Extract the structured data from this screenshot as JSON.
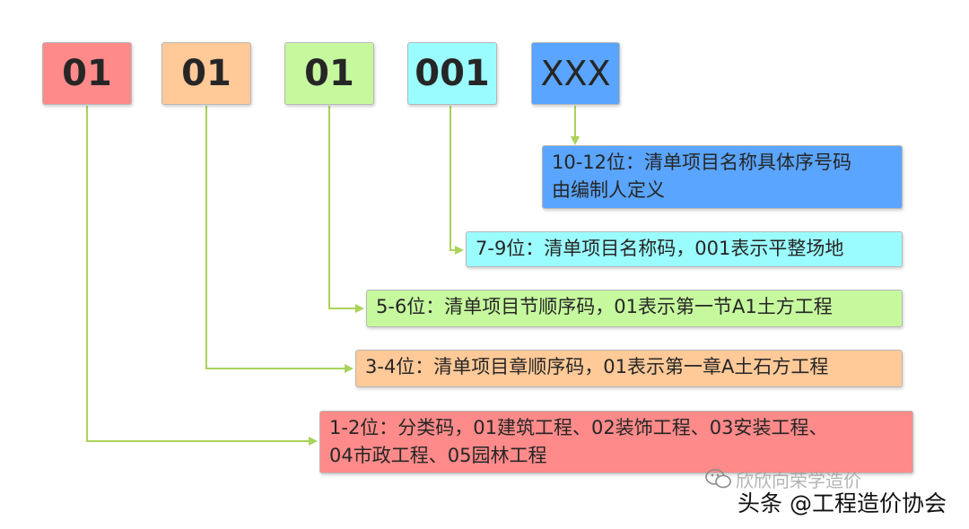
{
  "code_segments": [
    {
      "label": "01",
      "color": "#ff8a8a"
    },
    {
      "label": "01",
      "color": "#ffc998"
    },
    {
      "label": "01",
      "color": "#c6f89e"
    },
    {
      "label": "001",
      "color": "#9bfcfd"
    },
    {
      "label": "XXX",
      "color": "#5aa5ff"
    }
  ],
  "descriptions": [
    {
      "lines": [
        "10-12位：清单项目名称具体序号码",
        "由编制人定义"
      ],
      "color": "#5aa5ff"
    },
    {
      "lines": [
        "7-9位：清单项目名称码，001表示平整场地"
      ],
      "color": "#9bfcfd"
    },
    {
      "lines": [
        "5-6位：清单项目节顺序码，01表示第一节A1土方工程"
      ],
      "color": "#c6f89e"
    },
    {
      "lines": [
        "3-4位：清单项目章顺序码，01表示第一章A土石方工程"
      ],
      "color": "#ffc998"
    },
    {
      "lines": [
        "1-2位：分类码，01建筑工程、02装饰工程、03安装工程、",
        "04市政工程、05园林工程"
      ],
      "color": "#ff8a8a"
    }
  ],
  "connector_color": "#a9d35a",
  "watermark": {
    "faint_text": "欣欣向荣学造价",
    "main_text": "头条 @工程造价协会"
  }
}
